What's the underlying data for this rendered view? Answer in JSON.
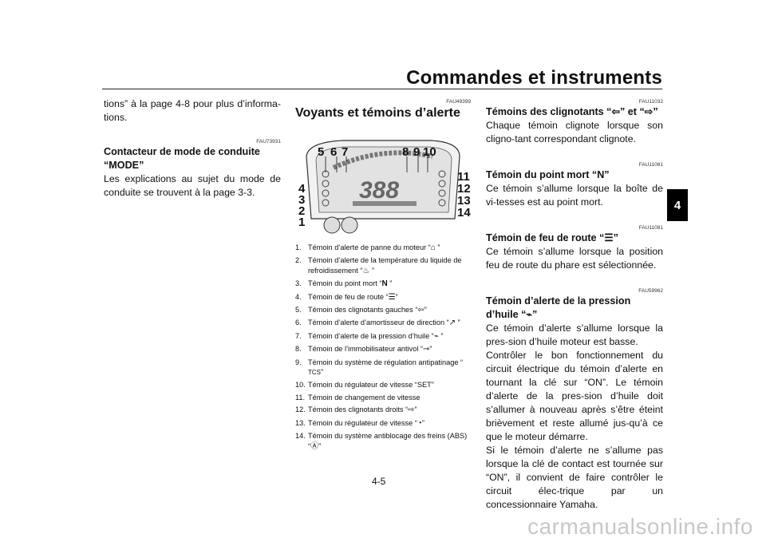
{
  "header": {
    "title": "Commandes et instruments",
    "chapter": "4",
    "page": "4-5"
  },
  "col1": {
    "intro": "tions” à la page 4-8 pour plus d’informa-tions.",
    "code": "FAU73931",
    "heading_line1": "Contacteur de mode de conduite",
    "heading_line2": "“MODE”",
    "body": "Les explications au sujet du mode de conduite se trouvent à la page 3-3."
  },
  "col2": {
    "code": "FAU49399",
    "heading": "Voyants et témoins d’alerte",
    "figure_labels": {
      "n5": "5",
      "n6": "6",
      "n7": "7",
      "n8": "8",
      "n9": "9",
      "n10": "10",
      "n11": "11",
      "n12": "12",
      "n13": "13",
      "n14": "14",
      "n4": "4",
      "n3": "3",
      "n2": "2",
      "n1": "1"
    },
    "legend": [
      {
        "num": "1.",
        "text": "Témoin d’alerte de panne du moteur “",
        "icon": "⌂",
        "after": " ”"
      },
      {
        "num": "2.",
        "text": "Témoin d’alerte de la température du liquide de refroidissement “",
        "icon": "♨",
        "after": " ”"
      },
      {
        "num": "3.",
        "text": "Témoin du point mort “",
        "icon": "N",
        "after": " ”"
      },
      {
        "num": "4.",
        "text": "Témoin de feu de route “",
        "icon": "☰",
        "after": "”"
      },
      {
        "num": "5.",
        "text": "Témoin des clignotants gauches “",
        "icon": "⇦",
        "after": "”"
      },
      {
        "num": "6.",
        "text": "Témoin d’alerte d’amortisseur de direction “",
        "icon": "↗",
        "after": " ”"
      },
      {
        "num": "7.",
        "text": "Témoin d’alerte de la pression d’huile “",
        "icon": "⌁",
        "after": " ”"
      },
      {
        "num": "8.",
        "text": "Témoin de l’immobilisateur antivol “",
        "icon": "⊸",
        "after": "”"
      },
      {
        "num": "9.",
        "text": "Témoin du système de régulation antipatinage “",
        "icon": "TCS",
        "after": "”"
      },
      {
        "num": "10.",
        "text": "Témoin du régulateur de vitesse “SET”",
        "icon": "",
        "after": ""
      },
      {
        "num": "11.",
        "text": "Témoin de changement de vitesse",
        "icon": "",
        "after": ""
      },
      {
        "num": "12.",
        "text": "Témoin des clignotants droits “",
        "icon": "⇨",
        "after": "”"
      },
      {
        "num": "13.",
        "text": "Témoin du régulateur de vitesse “",
        "icon": "◔",
        "after": "”"
      },
      {
        "num": "14.",
        "text": "Témoin du système antiblocage des freins (ABS) “",
        "icon": "Ⓐ",
        "after": "”"
      }
    ]
  },
  "col3": {
    "s1": {
      "code": "FAU11032",
      "heading": "Témoins des clignotants “⇦” et “⇨”",
      "body": "Chaque témoin clignote lorsque son cligno-tant correspondant clignote."
    },
    "s2": {
      "code": "FAU11061",
      "heading": "Témoin du point mort “N”",
      "body": "Ce témoin s’allume lorsque la boîte de vi-tesses est au point mort."
    },
    "s3": {
      "code": "FAU11081",
      "heading": "Témoin de feu de route “☰”",
      "body": "Ce témoin s’allume lorsque la position feu de route du phare est sélectionnée."
    },
    "s4": {
      "code": "FAU59962",
      "heading": "Témoin d’alerte de la pression d’huile “⌁”",
      "p1": "Ce témoin d’alerte s’allume lorsque la pres-sion d’huile moteur est basse.",
      "p2": "Contrôler le bon fonctionnement du circuit électrique du témoin d’alerte en tournant la clé sur “ON”. Le témoin d’alerte de la pres-sion d’huile doit s’allumer à nouveau après s’être éteint brièvement et reste allumé jus-qu’à ce que le moteur démarre.",
      "p3": "Si le témoin d’alerte ne s’allume pas lorsque la clé de contact est tournée sur “ON”, il convient de faire contrôler le circuit élec-trique par un concessionnaire Yamaha."
    }
  },
  "footer": {
    "watermark": "carmanualsonline.info"
  }
}
